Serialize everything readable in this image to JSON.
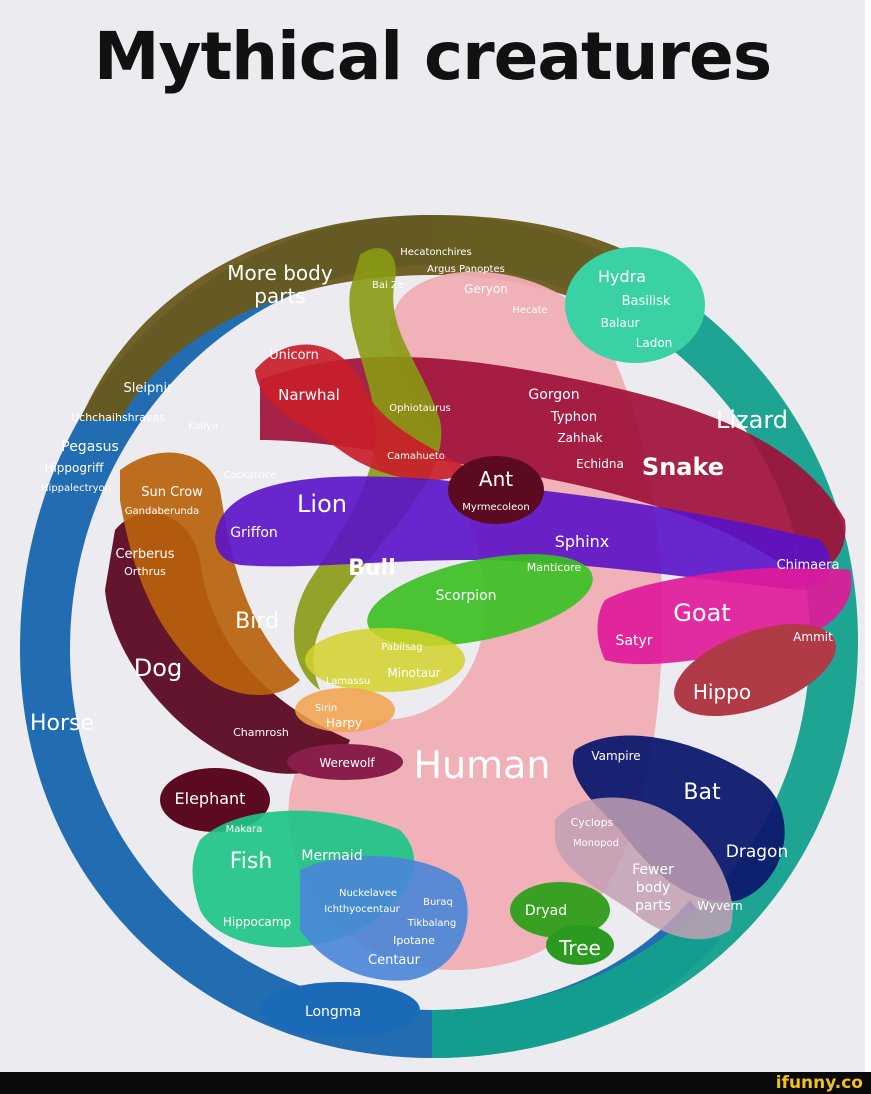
{
  "title": "Mythical creatures",
  "brand": "ifunny.co",
  "colors": {
    "horse": "#1766ae",
    "lizard": "#12a08c",
    "more_body_parts": "#6a5a1c",
    "human": "#f0aeb4",
    "snake": "#a0103a",
    "lion": "#5a12c8",
    "bird": "#b8620c",
    "dog": "#5c0a22",
    "bull": "#8a9a12",
    "bat": "#0d1a6e",
    "fish": "#1ec488",
    "goat": "#e01a9a"
  },
  "groups": {
    "more_body_parts_line1": "More body",
    "more_body_parts_line2": "parts",
    "lizard": "Lizard",
    "snake": "Snake",
    "horse": "Horse",
    "lion": "Lion",
    "bull": "Bull",
    "bird": "Bird",
    "dog": "Dog",
    "human": "Human",
    "goat": "Goat",
    "hippo": "Hippo",
    "bat": "Bat",
    "dragon": "Dragon",
    "fish": "Fish",
    "tree": "Tree",
    "ant": "Ant",
    "elephant": "Elephant",
    "fewer_body_parts_line1": "Fewer",
    "fewer_body_parts_line2": "body",
    "fewer_body_parts_line3": "parts"
  },
  "creatures": {
    "hecatonchires": "Hecatonchires",
    "argus_panoptes": "Argus Panoptes",
    "bai_ze": "Bai Ze",
    "geryon": "Geryon",
    "hecate": "Hecate",
    "hydra": "Hydra",
    "basilisk": "Basilisk",
    "balaur": "Balaur",
    "ladon": "Ladon",
    "unicorn": "Unicorn",
    "sleipnir": "Sleipnir",
    "uchchaihshravas": "Uchchaihshravas",
    "kaliya": "Kaliya",
    "narwhal": "Narwhal",
    "ophiotaurus": "Ophiotaurus",
    "gorgon": "Gorgon",
    "typhon": "Typhon",
    "zahhak": "Zahhak",
    "echidna": "Echidna",
    "pegasus": "Pegasus",
    "hippogriff": "Hippogriff",
    "hippalectryon": "Hippalectryon",
    "cockatrice": "Cockatrice",
    "camahueto": "Camahueto",
    "sun_crow": "Sun Crow",
    "gandaberunda": "Gandaberunda",
    "myrmecoleon": "Myrmecoleon",
    "griffon": "Griffon",
    "sphinx": "Sphinx",
    "cerberus": "Cerberus",
    "orthrus": "Orthrus",
    "manticore": "Manticore",
    "chimaera": "Chimaera",
    "scorpion": "Scorpion",
    "satyr": "Satyr",
    "ammit": "Ammit",
    "pabilsag": "Pabilsag",
    "minotaur": "Minotaur",
    "lamassu": "Lamassu",
    "sirin": "Sirin",
    "harpy": "Harpy",
    "chamrosh": "Chamrosh",
    "werewolf": "Werewolf",
    "vampire": "Vampire",
    "makara": "Makara",
    "cyclops": "Cyclops",
    "monopod": "Monopod",
    "mermaid": "Mermaid",
    "nuckelavee": "Nuckelavee",
    "ichthyocentaur": "Ichthyocentaur",
    "buraq": "Buraq",
    "tikbalang": "Tikbalang",
    "ipotane": "Ipotane",
    "centaur": "Centaur",
    "hippocamp": "Hippocamp",
    "dryad": "Dryad",
    "wyvern": "Wyvern",
    "longma": "Longma"
  }
}
